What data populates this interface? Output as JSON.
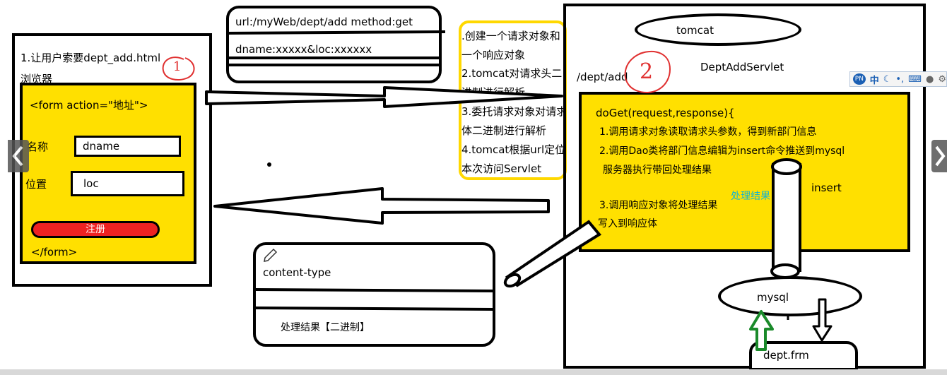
{
  "browser": {
    "step_text": "1.让用户索要dept_add.html",
    "caption": "浏览器",
    "step_mark": "1",
    "form": {
      "open_tag": "<form action=\"地址\">",
      "name_label": "名称",
      "name_value": "dname",
      "loc_label": "位置",
      "loc_value": "loc",
      "submit_label": "注册",
      "close_tag": "</form>"
    }
  },
  "request_packet": {
    "line1": "url:/myWeb/dept/add method:get",
    "line2": "dname:xxxxx&loc:xxxxxx"
  },
  "tomcat_steps": [
    ".创建一个请求对象和",
    "一个响应对象",
    "2.tomcat对请求头二",
    "进制进行解析",
    "3.委托请求对象对请求",
    "体二进制进行解析",
    "4.tomcat根据url定位",
    "本次访问Servlet"
  ],
  "response_packet": {
    "content_type": "content-type",
    "body": "处理结果【二进制】"
  },
  "server": {
    "tomcat_label": "tomcat",
    "path": "/dept/add",
    "step_mark": "2",
    "servlet_name": "DeptAddServlet",
    "method_sig": "doGet(request,response){",
    "lines": [
      "1.调用请求对象读取请求头参数，得到新部门信息",
      "2.调用Dao类将部门信息编辑为insert命令推送到mysql",
      "服务器执行带回处理结果",
      "3.调用响应对象将处理结果",
      "写入到响应体"
    ],
    "insert_label": "insert",
    "result_label": "处理结果",
    "mysql_label": "mysql",
    "file_label": "dept.frm"
  },
  "ime_toolbar": {
    "lang": "中",
    "icons": [
      "ime-logo-icon",
      "moon-icon",
      "punctuation-icon",
      "keyboard-icon",
      "user-icon",
      "gear-icon"
    ]
  },
  "colors": {
    "yellow": "#ffe000",
    "red_button": "#ee2222",
    "circle_red": "#e03030",
    "steps_border": "#ffd800",
    "green_arrow": "#1a8a2a",
    "cyan_text": "#14b4d0"
  }
}
